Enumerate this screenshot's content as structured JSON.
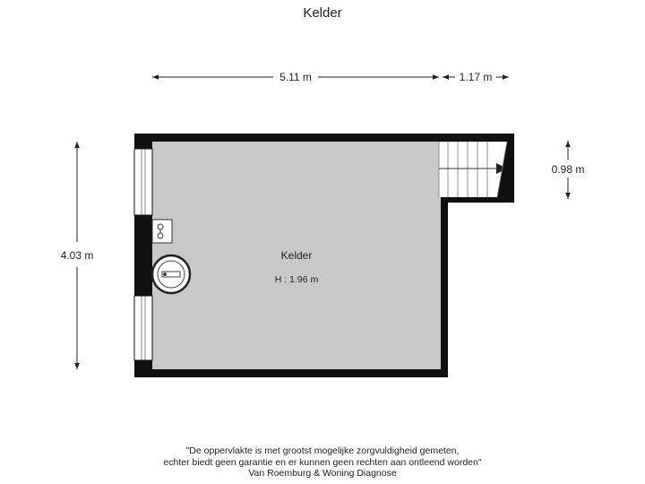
{
  "page": {
    "title": "Kelder"
  },
  "dimensions": {
    "width_main": "5.11 m",
    "width_stair": "1.17 m",
    "height_main": "4.03 m",
    "height_stair": "0.98 m"
  },
  "room": {
    "name": "Kelder",
    "ceiling_height": "H : 1.96 m"
  },
  "disclaimer": {
    "line1": "\"De oppervlakte is met grootst mogelijke zorgvuldigheid gemeten,",
    "line2": "echter biedt geen garantie en er kunnen geen rechten aan ontleend worden\"",
    "line3": "Van Roemburg & Woning Diagnose"
  },
  "colors": {
    "wall": "#111111",
    "floor": "#c8c8c8",
    "background": "#ffffff"
  }
}
